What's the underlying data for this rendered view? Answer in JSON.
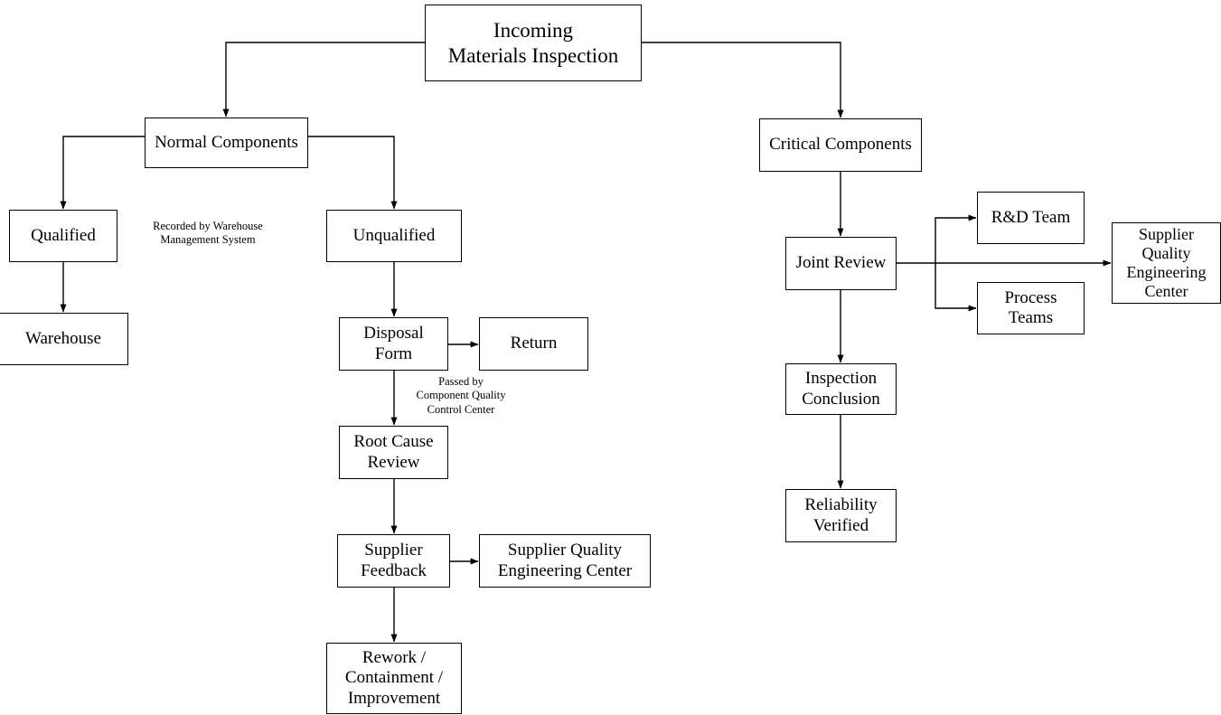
{
  "diagram": {
    "title": "Incoming Materials Inspection Flowchart",
    "type": "flowchart",
    "orientation": "top-down",
    "colors": {
      "background": "#ffffff",
      "node_fill": "#ffffff",
      "node_border": "#000000",
      "edge": "#000000",
      "text": "#000000"
    }
  },
  "nodes": {
    "root": "Incoming\nMaterials Inspection",
    "normal_components": "Normal Components",
    "critical_components": "Critical Components",
    "qualified": "Qualified",
    "warehouse": "Warehouse",
    "unqualified": "Unqualified",
    "disposal_form": "Disposal\nForm",
    "return": "Return",
    "root_cause_review": "Root Cause\nReview",
    "supplier_feedback": "Supplier\nFeedback",
    "supplier_quality_engineering_center_mid": "Supplier Quality\nEngineering Center",
    "rework": "Rework /\nContainment /\nImprovement",
    "joint_review": "Joint Review",
    "rd_team": "R&D Team",
    "process_teams": "Process\nTeams",
    "supplier_quality_engineering_center_right": "Supplier\nQuality\nEngineering\nCenter",
    "inspection_conclusion": "Inspection\nConclusion",
    "reliability_verified": "Reliability\nVerified"
  },
  "edge_labels": {
    "recorded_by_wms": "Recorded by Warehouse\nManagement System",
    "passed_by_cqcc": "Passed by\nComponent Quality\nControl Center"
  },
  "edges": [
    {
      "from": "root",
      "to": "normal_components",
      "arrow": true
    },
    {
      "from": "root",
      "to": "critical_components",
      "arrow": true
    },
    {
      "from": "normal_components",
      "to": "qualified",
      "arrow": true,
      "label": "recorded_by_wms"
    },
    {
      "from": "normal_components",
      "to": "unqualified",
      "arrow": true
    },
    {
      "from": "qualified",
      "to": "warehouse",
      "arrow": true
    },
    {
      "from": "unqualified",
      "to": "disposal_form",
      "arrow": true
    },
    {
      "from": "disposal_form",
      "to": "return",
      "arrow": true
    },
    {
      "from": "disposal_form",
      "to": "root_cause_review",
      "arrow": true,
      "label": "passed_by_cqcc"
    },
    {
      "from": "root_cause_review",
      "to": "supplier_feedback",
      "arrow": true
    },
    {
      "from": "supplier_feedback",
      "to": "supplier_quality_engineering_center_mid",
      "arrow": true
    },
    {
      "from": "supplier_feedback",
      "to": "rework",
      "arrow": true
    },
    {
      "from": "critical_components",
      "to": "joint_review",
      "arrow": true
    },
    {
      "from": "joint_review",
      "to": "rd_team",
      "arrow": true
    },
    {
      "from": "joint_review",
      "to": "process_teams",
      "arrow": true
    },
    {
      "from": "joint_review",
      "to": "supplier_quality_engineering_center_right",
      "arrow": true
    },
    {
      "from": "joint_review",
      "to": "inspection_conclusion",
      "arrow": true
    },
    {
      "from": "inspection_conclusion",
      "to": "reliability_verified",
      "arrow": true
    }
  ]
}
